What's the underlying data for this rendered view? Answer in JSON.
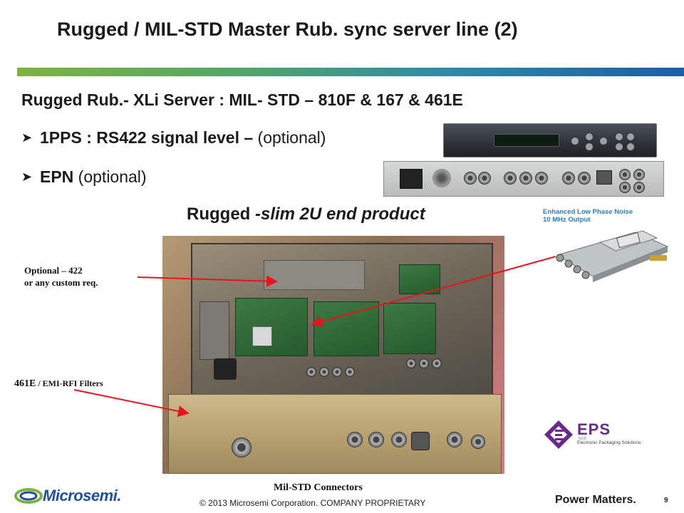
{
  "title": "Rugged / MIL-STD  Master Rub. sync server line  (2)",
  "subtitle": "Rugged Rub.- XLi Server :    MIL- STD – 810F  & 167  &  461E",
  "bullets": [
    {
      "bold": "1PPS : RS422 signal level –",
      "rest": " (optional)"
    },
    {
      "bold": "EPN",
      "rest": " (optional)"
    }
  ],
  "caption": {
    "prefix": "Rugged ",
    "italic": "-slim 2U end product"
  },
  "labels": {
    "optional_line1": "Optional – 422",
    "optional_line2": "or any custom req.",
    "emi_bold": "461E",
    "emi_rest": " / EMI-RFI Filters",
    "connectors": "Mil-STD Connectors"
  },
  "module": {
    "line1": "Enhanced Low Phase Noise",
    "line2": "10 MHz Output"
  },
  "eps_logo": {
    "name": "EPS",
    "tech": "tech",
    "tagline": "Electronic Packaging Solutions"
  },
  "footer": {
    "logo": "Microsemi.",
    "copyright": "© 2013 Microsemi Corporation. COMPANY PROPRIETARY",
    "tagline": "Power Matters.",
    "page": "9"
  },
  "colors": {
    "arrow": "#e8141b",
    "accent_green": "#7fb241",
    "accent_blue": "#1a5ea8",
    "module_label": "#2a7fc0"
  }
}
